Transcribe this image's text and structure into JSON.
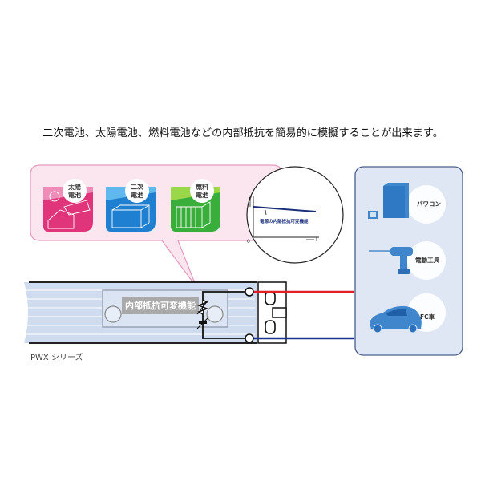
{
  "headline": "二次電池、太陽電池、燃料電池などの内部抵抗を簡易的に模擬することが出来ます。",
  "batteries": [
    {
      "label_line1": "太陽",
      "label_line2": "電池",
      "color": "#e0357a"
    },
    {
      "label_line1": "二次",
      "label_line2": "電池",
      "color": "#1f7fd0"
    },
    {
      "label_line1": "燃料",
      "label_line2": "電池",
      "color": "#3aae3a"
    }
  ],
  "graph": {
    "y_axis": "V",
    "x_axis": "I",
    "origin": "0",
    "annotation": "電源の内部抵抗可変機能"
  },
  "device": {
    "function_label": "内部抵抗可変機能",
    "series_label": "PWX シリーズ"
  },
  "loads": [
    {
      "label": "パワコン"
    },
    {
      "label": "電動工具"
    },
    {
      "label": "FC車"
    }
  ],
  "colors": {
    "positive_wire": "#e0202a",
    "negative_wire": "#1a3590",
    "panel_bg": "#dfe7f4",
    "bubble_bg": "#fbe6f0"
  }
}
